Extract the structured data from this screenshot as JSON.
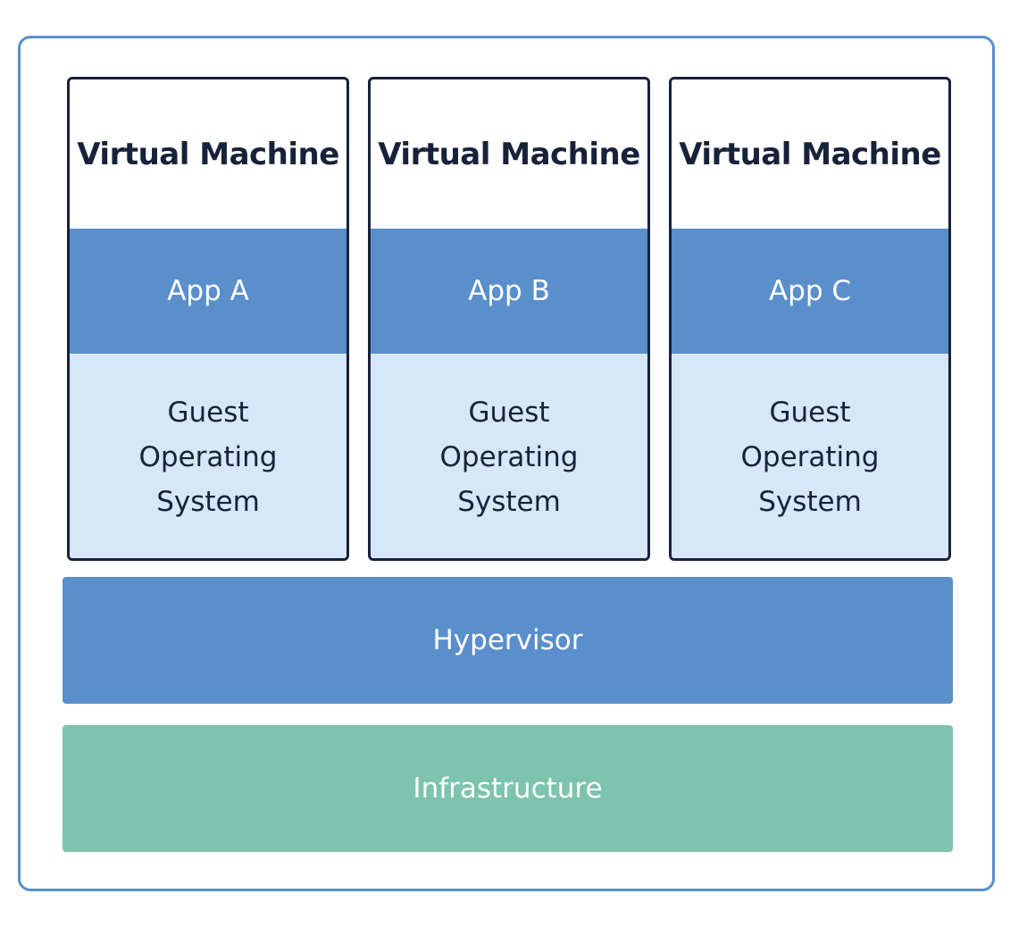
{
  "colors": {
    "frame_border": "#5a8fcb",
    "vm_border": "#17223a",
    "app_fill": "#5a8fcb",
    "os_fill": "#d6e7f7",
    "hypervisor_fill": "#5a8fcb",
    "infrastructure_fill": "#7dc3ae",
    "dark_text": "#17223a",
    "light_text": "#ffffff"
  },
  "vms": [
    {
      "title": "Virtual Machine",
      "app": "App A",
      "os": "Guest\nOperating\nSystem"
    },
    {
      "title": "Virtual Machine",
      "app": "App B",
      "os": "Guest\nOperating\nSystem"
    },
    {
      "title": "Virtual Machine",
      "app": "App C",
      "os": "Guest\nOperating\nSystem"
    }
  ],
  "hypervisor": {
    "label": "Hypervisor"
  },
  "infrastructure": {
    "label": "Infrastructure"
  }
}
